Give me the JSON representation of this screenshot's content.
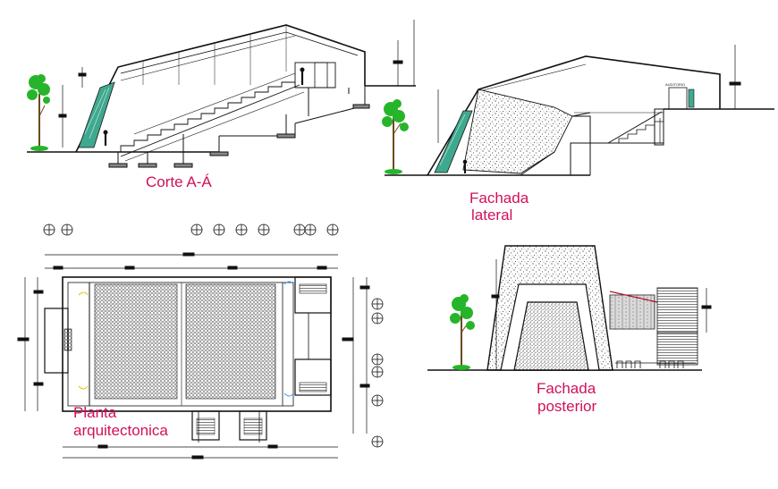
{
  "labels": {
    "section_title": "Corte A-Á",
    "side_facade_line1": "Fachada",
    "side_facade_line2": "lateral",
    "rear_facade_line1": "Fachada",
    "rear_facade_line2": "posterior",
    "plan_line1": "Planta",
    "plan_line2": "arquitectonica",
    "door_sign": "AUDITORIO"
  },
  "colors": {
    "line": "#111111",
    "label": "#d0105a",
    "glass": "#3fa98f",
    "tree": "#26b52a",
    "trunk": "#6b4a1b",
    "accent_red": "#b0152b"
  }
}
